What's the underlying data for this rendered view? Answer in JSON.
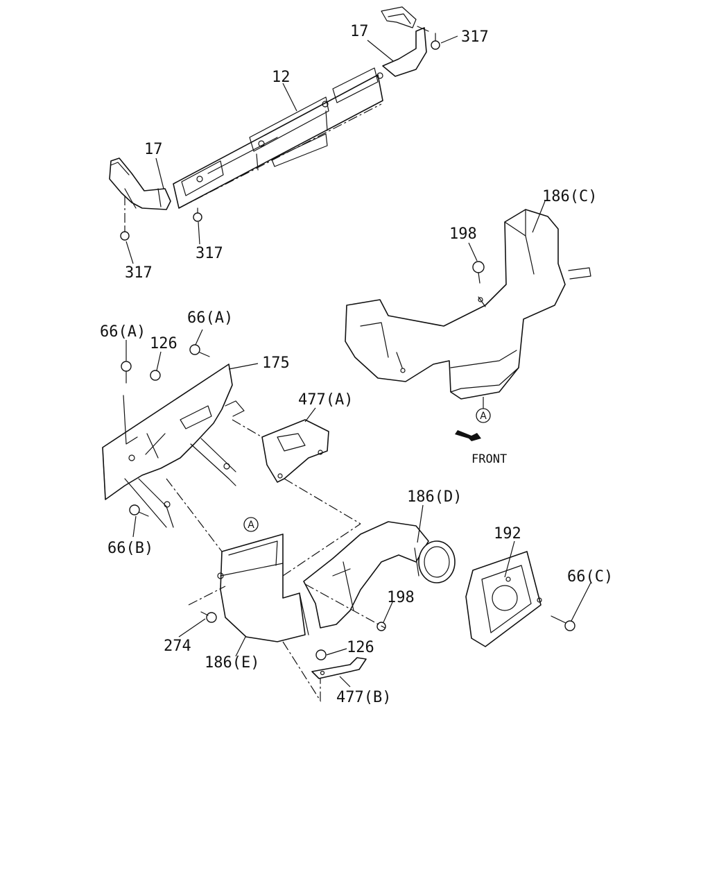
{
  "labels": {
    "p17_top": "17",
    "p317_top": "317",
    "p12": "12",
    "p17_left": "17",
    "p317_mid": "317",
    "p317_left": "317",
    "p186c": "186(C)",
    "p198_top": "198",
    "p66a_left": "66(A)",
    "p66a_right": "66(A)",
    "p126_top": "126",
    "p175": "175",
    "p477a": "477(A)",
    "circle_a_top": "A",
    "front": "FRONT",
    "p186d": "186(D)",
    "p192": "192",
    "p66c": "66(C)",
    "p66b": "66(B)",
    "circle_a_bottom": "A",
    "p198_bottom": "198",
    "p274": "274",
    "p186e": "186(E)",
    "p126_bottom": "126",
    "p477b": "477(B)"
  },
  "colors": {
    "ink": "#111111",
    "paper": "#ffffff"
  },
  "icons": {
    "front_arrow": "front-arrow-icon"
  }
}
